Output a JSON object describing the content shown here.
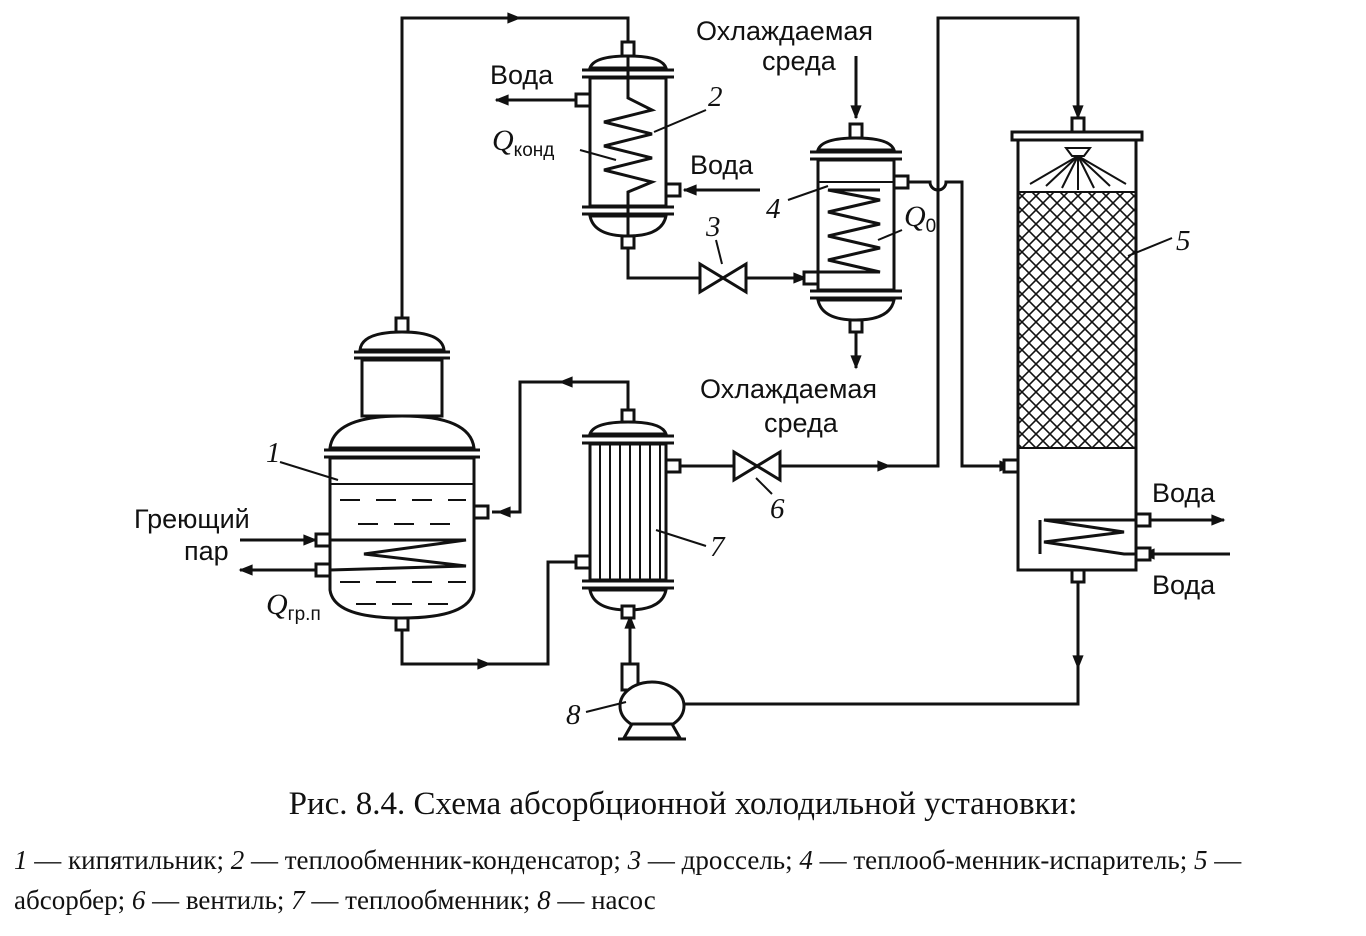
{
  "diagram": {
    "labels": {
      "water_cond_out": "Вода",
      "water_cond_in": "Вода",
      "cooled_medium_in_1": "Охлаждаемая",
      "cooled_medium_in_2": "среда",
      "cooled_medium_out_1": "Охлаждаемая",
      "cooled_medium_out_2": "среда",
      "heating_steam_1": "Греющий",
      "heating_steam_2": "пар",
      "water_abs_out": "Вода",
      "water_abs_in": "Вода"
    },
    "heat": {
      "q_cond_symbol": "Q",
      "q_cond_sub": "конд",
      "q0_symbol": "Q",
      "q0_sub": "0",
      "q_steam_symbol": "Q",
      "q_steam_sub": "гр.п"
    },
    "numbers": {
      "n1": "1",
      "n2": "2",
      "n3": "3",
      "n4": "4",
      "n5": "5",
      "n6": "6",
      "n7": "7",
      "n8": "8"
    }
  },
  "caption": {
    "title": "Рис. 8.4. Схема абсорбционной холодильной установки:",
    "legend": [
      {
        "num": "1",
        "text": " — кипятильник; "
      },
      {
        "num": "2",
        "text": " — теплообменник-конденсатор; "
      },
      {
        "num": "3",
        "text": " — дроссель; "
      },
      {
        "num": "4",
        "text": " — теплооб-менник-испаритель; "
      },
      {
        "num": "5",
        "text": " — абсорбер; "
      },
      {
        "num": "6",
        "text": " — вентиль; "
      },
      {
        "num": "7",
        "text": " — теплообменник; "
      },
      {
        "num": "8",
        "text": " — насос"
      }
    ]
  }
}
